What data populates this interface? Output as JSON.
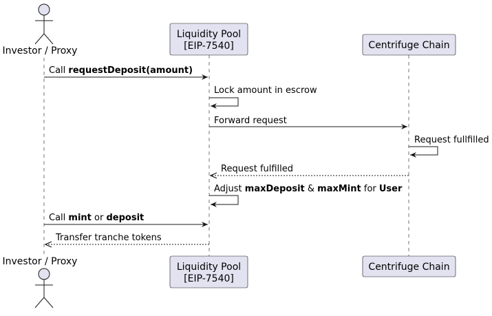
{
  "participants": {
    "investor": {
      "label": "Investor / Proxy"
    },
    "pool": {
      "line1": "Liquidity Pool",
      "line2": "[EIP-7540]"
    },
    "chain": {
      "label": "Centrifuge Chain"
    }
  },
  "messages": {
    "m1": {
      "a": "Call ",
      "b": "requestDeposit(amount)"
    },
    "m2": {
      "text": "Lock amount in escrow"
    },
    "m3": {
      "text": "Forward request"
    },
    "m4": {
      "text": "Request fullfilled"
    },
    "m5": {
      "text": "Request fulfilled"
    },
    "m6": {
      "a": "Adjust ",
      "b": "maxDeposit",
      "c": " & ",
      "d": "maxMint",
      "e": " for ",
      "f": "User"
    },
    "m7": {
      "a": "Call ",
      "b": "mint",
      "c": " or ",
      "d": "deposit"
    },
    "m8": {
      "text": "Transfer tranche tokens"
    }
  },
  "colors": {
    "participant_fill": "#e2e2f0",
    "participant_stroke": "#181818",
    "lifeline": "#181818",
    "arrow": "#181818"
  }
}
